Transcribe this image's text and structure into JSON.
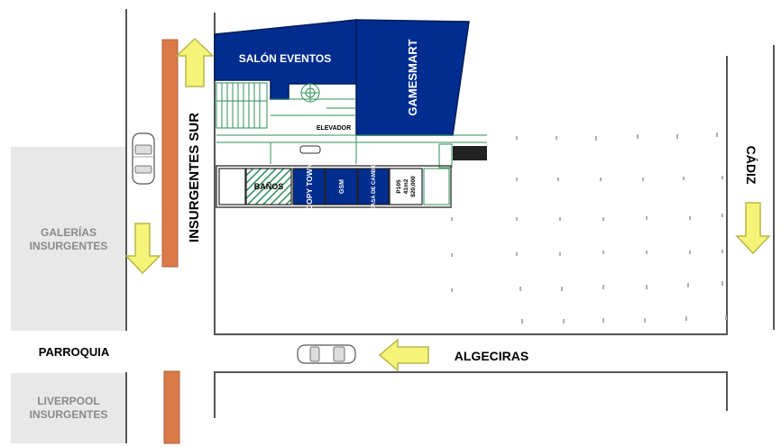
{
  "labels": {
    "salon": "SALÓN EVENTOS",
    "gamesmart": "GAMESMART",
    "elevador": "ELEVADOR",
    "banos": "BAÑOS",
    "copytown": "COPY TOWN",
    "gsm": "GSM",
    "casa_cambio": "CASA DE CAMBIO",
    "p105_line1": "P105",
    "p105_line2": "41m2",
    "p105_line3": "$20,000",
    "insurgentes_sur": "INSURGENTES SUR",
    "galerias_line1": "GALERÍAS",
    "galerias_line2": "INSURGENTES",
    "parroquia": "PARROQUIA",
    "liverpool_line1": "LIVERPOOL",
    "liverpool_line2": "INSURGENTES",
    "algeciras": "ALGECIRAS",
    "cadiz": "CÁDIZ"
  },
  "colors": {
    "navy": "#002d8f",
    "arrow_yellow": "#f6f478",
    "arrow_stroke": "#b7b64a",
    "orange": "#d97a48",
    "gray_block": "#e8e8e8",
    "gray_text": "#8a8a8a",
    "green_hatch": "#2f8f5a"
  },
  "icons": [
    "car-icon",
    "arrow-up-icon",
    "arrow-down-icon",
    "arrow-left-icon"
  ]
}
